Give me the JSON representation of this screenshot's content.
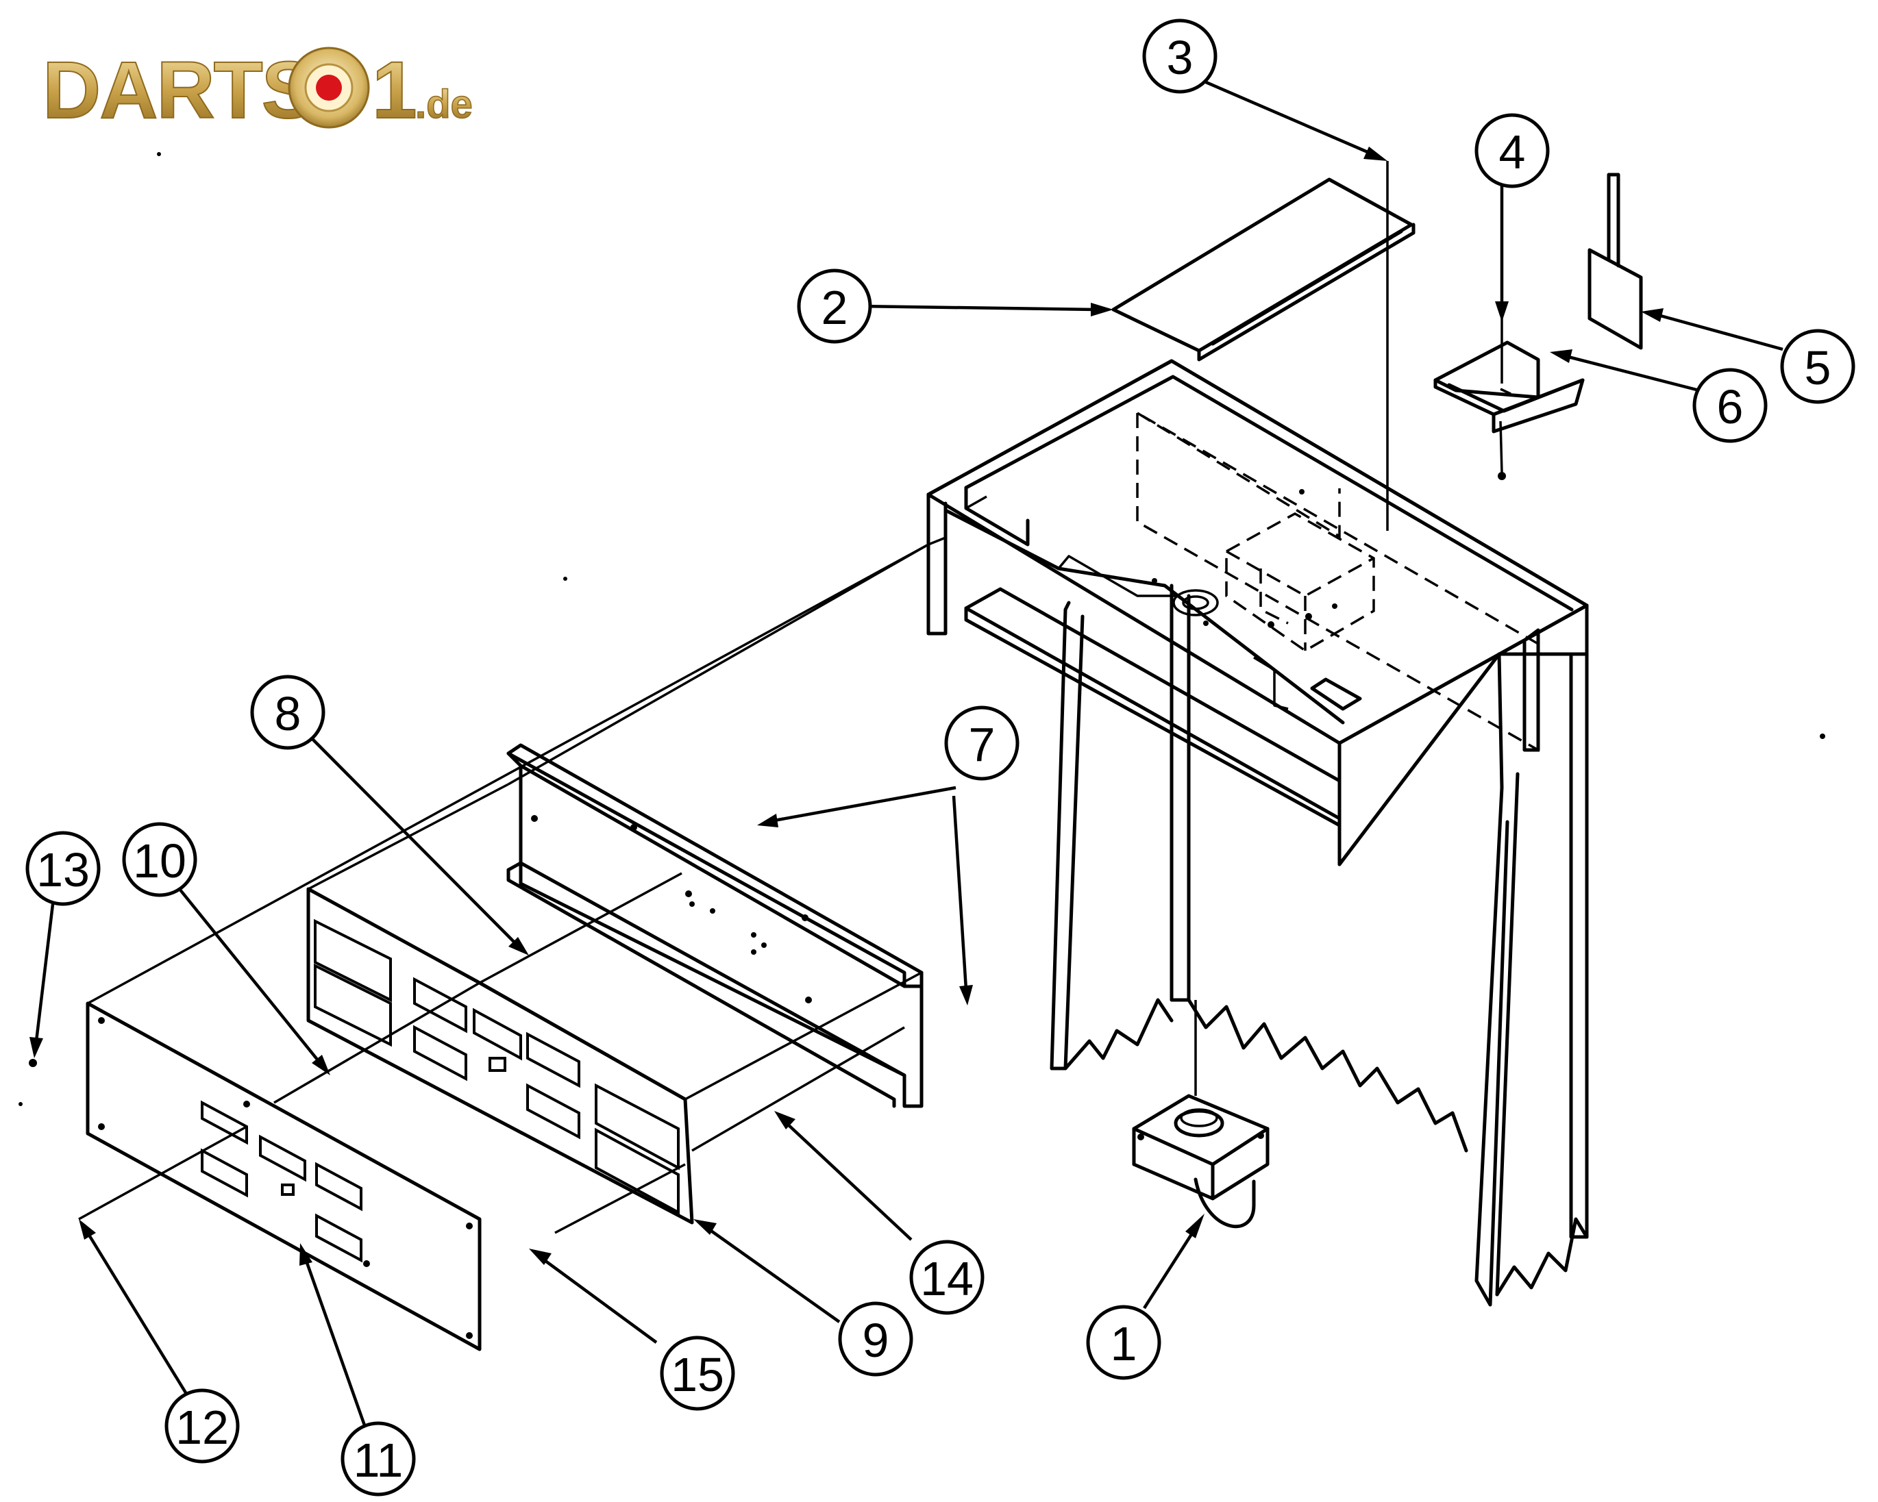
{
  "logo": {
    "main_text": "DARTS",
    "digits": "1",
    "suffix": ".de",
    "gold": "#c9a24a",
    "gold_light": "#f3dd9a",
    "red": "#d9151b"
  },
  "callouts": [
    {
      "label": "1"
    },
    {
      "label": "2"
    },
    {
      "label": "3"
    },
    {
      "label": "4"
    },
    {
      "label": "5"
    },
    {
      "label": "6"
    },
    {
      "label": "7"
    },
    {
      "label": "8"
    },
    {
      "label": "9"
    },
    {
      "label": "10"
    },
    {
      "label": "11"
    },
    {
      "label": "12"
    },
    {
      "label": "13"
    },
    {
      "label": "14"
    },
    {
      "label": "15"
    }
  ]
}
